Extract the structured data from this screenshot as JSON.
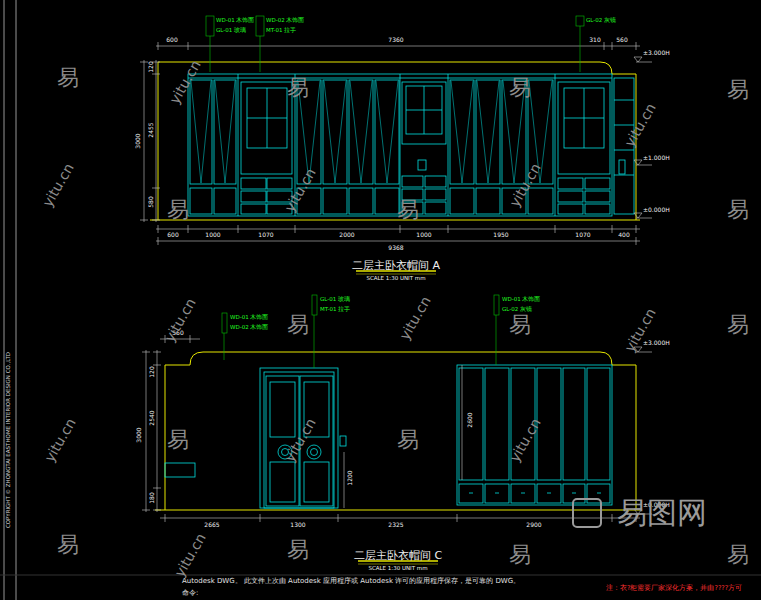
{
  "diagram": {
    "labels": [
      "二层主卧衣帽间 A",
      "SCALE 1:30 UNIT mm",
      "二层主卧衣帽间 C",
      "SCALE 1:30 UNIT mm",
      "600",
      "7360",
      "310",
      "560",
      "600",
      "1000",
      "1070",
      "2000",
      "1000",
      "1950",
      "1070",
      "400",
      "9368",
      "3000",
      "120",
      "2455",
      "580",
      "±3.000H",
      "±1.000H",
      "±0.000H",
      "WD-01 木饰面",
      "GL-01 玻璃",
      "WD-02 木饰面",
      "MT-01 拉手",
      "GL-02 灰镜",
      "560",
      "2665",
      "1300",
      "2325",
      "2900",
      "3000",
      "120",
      "2540",
      "180",
      "±3.000H",
      "±0.000H",
      "2600",
      "1200",
      "WD-01 木饰面",
      "WD-02 木饰面",
      "GL-01 玻璃",
      "MT-01 拉手",
      "WD-01 木饰面",
      "GL-02 灰镜",
      "Autodesk DWG。 此文件上次由 Autodesk 应用程序或 Autodesk 许可的应用程序保存，是可靠的 DWG。",
      "命令:",
      "注：衣?柜需要厂家深化方案，并由????方可",
      "COPYRIGHT © ZHONGTAI EASTHOME INTERIOR DESIGN CO.,LTD",
      "易",
      "易",
      "易",
      "易",
      "易",
      "易",
      "易",
      "易",
      "易",
      "易",
      "易",
      "易",
      "易",
      "易",
      "易",
      "易",
      "yitu.cn",
      "yitu.cn",
      "yitu.cn",
      "yitu.cn",
      "yitu.cn",
      "yitu.cn",
      "yitu.cn",
      "yitu.cn",
      "yitu.cn",
      "yitu.cn",
      "yitu.cn",
      "yitu.cn",
      "易图网"
    ]
  }
}
